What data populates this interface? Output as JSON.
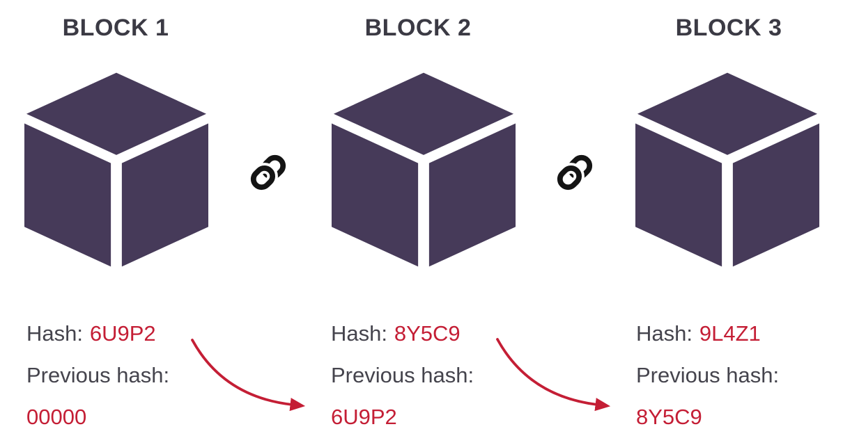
{
  "diagram": {
    "background": "#ffffff",
    "colors": {
      "cube": "#463a59",
      "title_text": "#3b3a44",
      "label_text": "#45444d",
      "accent_red": "#c41e35",
      "link_icon": "#141414"
    },
    "blocks": [
      {
        "title": "BLOCK 1",
        "hash_label": "Hash:",
        "hash_value": "6U9P2",
        "prev_label": "Previous hash:",
        "prev_value": "00000"
      },
      {
        "title": "BLOCK 2",
        "hash_label": "Hash:",
        "hash_value": "8Y5C9",
        "prev_label": "Previous hash:",
        "prev_value": "6U9P2"
      },
      {
        "title": "BLOCK 3",
        "hash_label": "Hash:",
        "hash_value": "9L4Z1",
        "prev_label": "Previous hash:",
        "prev_value": "8Y5C9"
      }
    ],
    "chain_links": [
      {
        "icon": "chain-link-icon",
        "between": "BLOCK 1 and BLOCK 2"
      },
      {
        "icon": "chain-link-icon",
        "between": "BLOCK 2 and BLOCK 3"
      }
    ],
    "arrows": [
      {
        "from_block": "BLOCK 1",
        "from_field": "hash",
        "to_block": "BLOCK 2",
        "to_field": "previous_hash",
        "value": "6U9P2"
      },
      {
        "from_block": "BLOCK 2",
        "from_field": "hash",
        "to_block": "BLOCK 3",
        "to_field": "previous_hash",
        "value": "8Y5C9"
      }
    ]
  }
}
